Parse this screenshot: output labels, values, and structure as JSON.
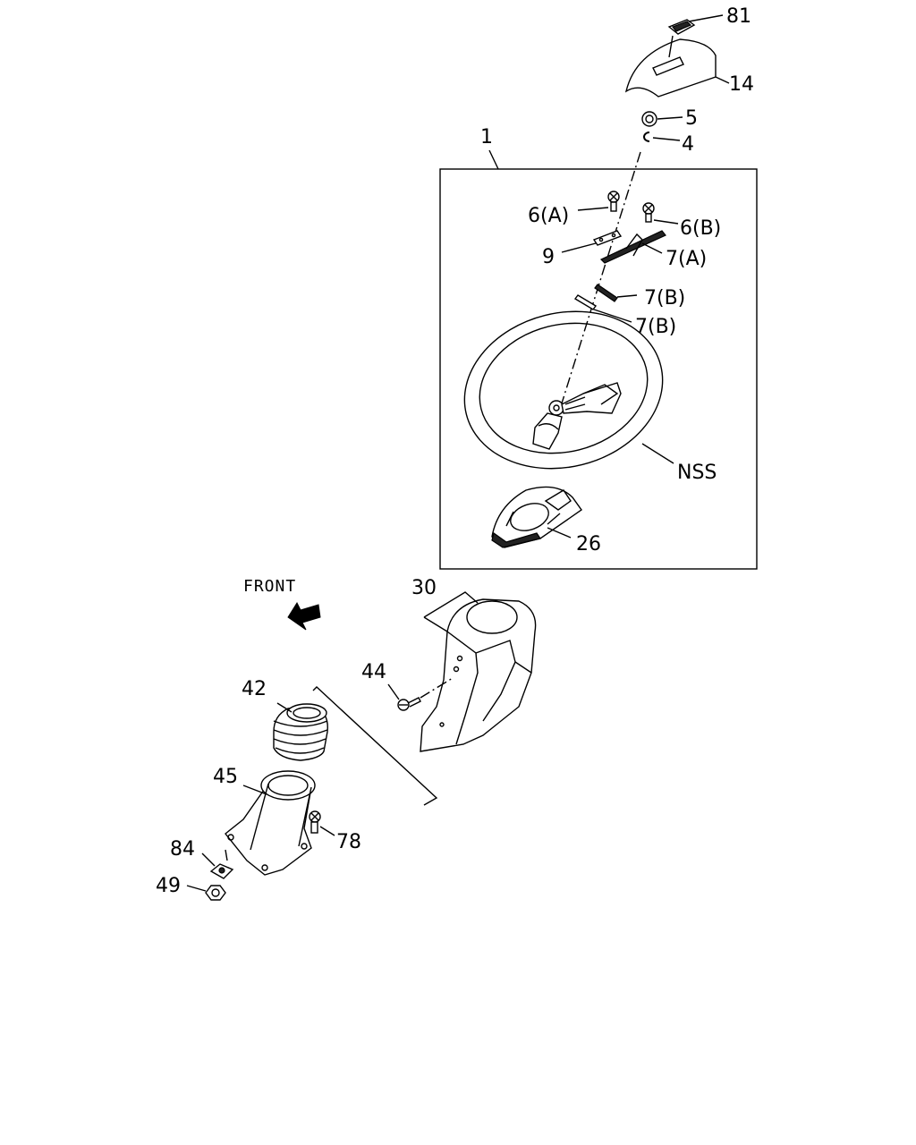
{
  "labels": {
    "p81": "81",
    "p14": "14",
    "p5": "5",
    "p4": "4",
    "p1": "1",
    "p6a": "6(A)",
    "p6b": "6(B)",
    "p9": "9",
    "p7a": "7(A)",
    "p7b1": "7(B)",
    "p7b2": "7(B)",
    "pNSS": "NSS",
    "p26": "26",
    "front": "FRONT",
    "p30": "30",
    "p44": "44",
    "p42": "42",
    "p45": "45",
    "p78": "78",
    "p84": "84",
    "p49": "49"
  }
}
